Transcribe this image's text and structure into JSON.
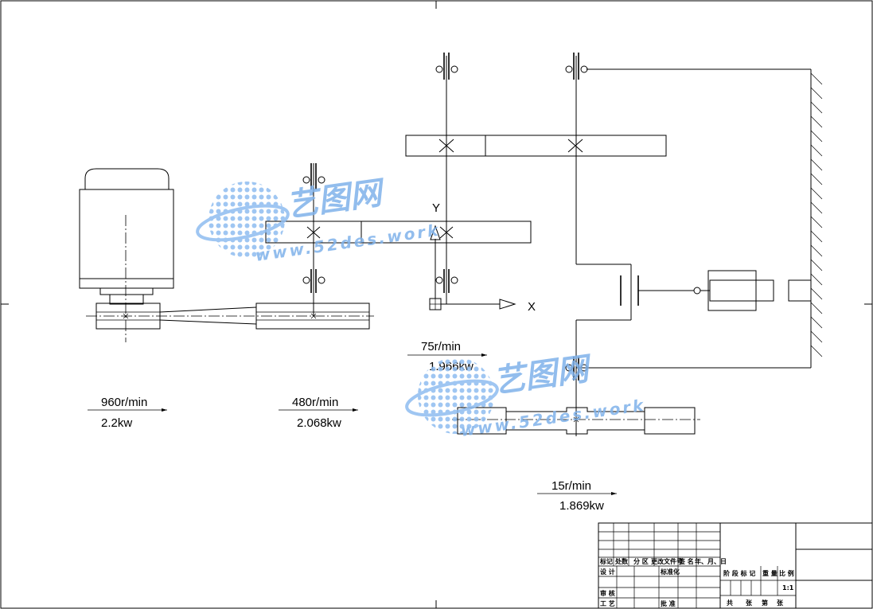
{
  "labels": {
    "motor_speed": "960r/min",
    "motor_power": "2.2kw",
    "belt_speed": "480r/min",
    "belt_power": "2.068kw",
    "gear_speed": "75r/min",
    "gear_power": "1.966kw",
    "out_speed": "15r/min",
    "out_power": "1.869kw",
    "axis_y": "Y",
    "axis_x": "X"
  },
  "title_block": {
    "biaoji": "标记",
    "chushu": "处数",
    "fenqu": "分 区",
    "wenjian": "更改文件号",
    "qianming": "签 名",
    "riqi": "年、月、日",
    "sheji": "设 计",
    "biaozhunhua": "标准化",
    "shenhe": "审 核",
    "gongyi": "工 艺",
    "pizhun": "批 准",
    "jieduan": "阶 段 标 记",
    "zhongliang": "重 量",
    "bili": "比 例",
    "scale": "1:1",
    "gong": "共",
    "zhang": "张",
    "di": "第"
  },
  "watermark": {
    "name": "艺图网",
    "url": "www.52des.work"
  },
  "colors": {
    "line": "#000000",
    "watermark": "#7fb2ea"
  }
}
